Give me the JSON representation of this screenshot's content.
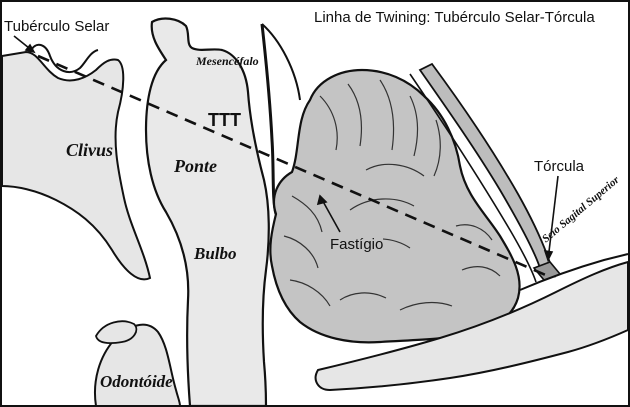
{
  "title": "Linha de Twining: Tubérculo Selar-Tórcula",
  "labels": {
    "tuberculo_selar": "Tubérculo Selar",
    "clivus": "Clivus",
    "mesencefalo": "Mesencéfalo",
    "ttt": "TTT",
    "ponte": "Ponte",
    "bulbo": "Bulbo",
    "fastigio": "Fastígio",
    "torcula": "Tórcula",
    "seio_sagital_superior": "Seio Sagital Superior",
    "odontoide": "Odontóide"
  },
  "colors": {
    "background": "#ffffff",
    "outline": "#111111",
    "bone_fill": "#e6e6e6",
    "brain_fill": "#d9d9d9",
    "cerebellum_fill": "#c4c4c4",
    "sinus_fill": "#bdbdbd"
  }
}
